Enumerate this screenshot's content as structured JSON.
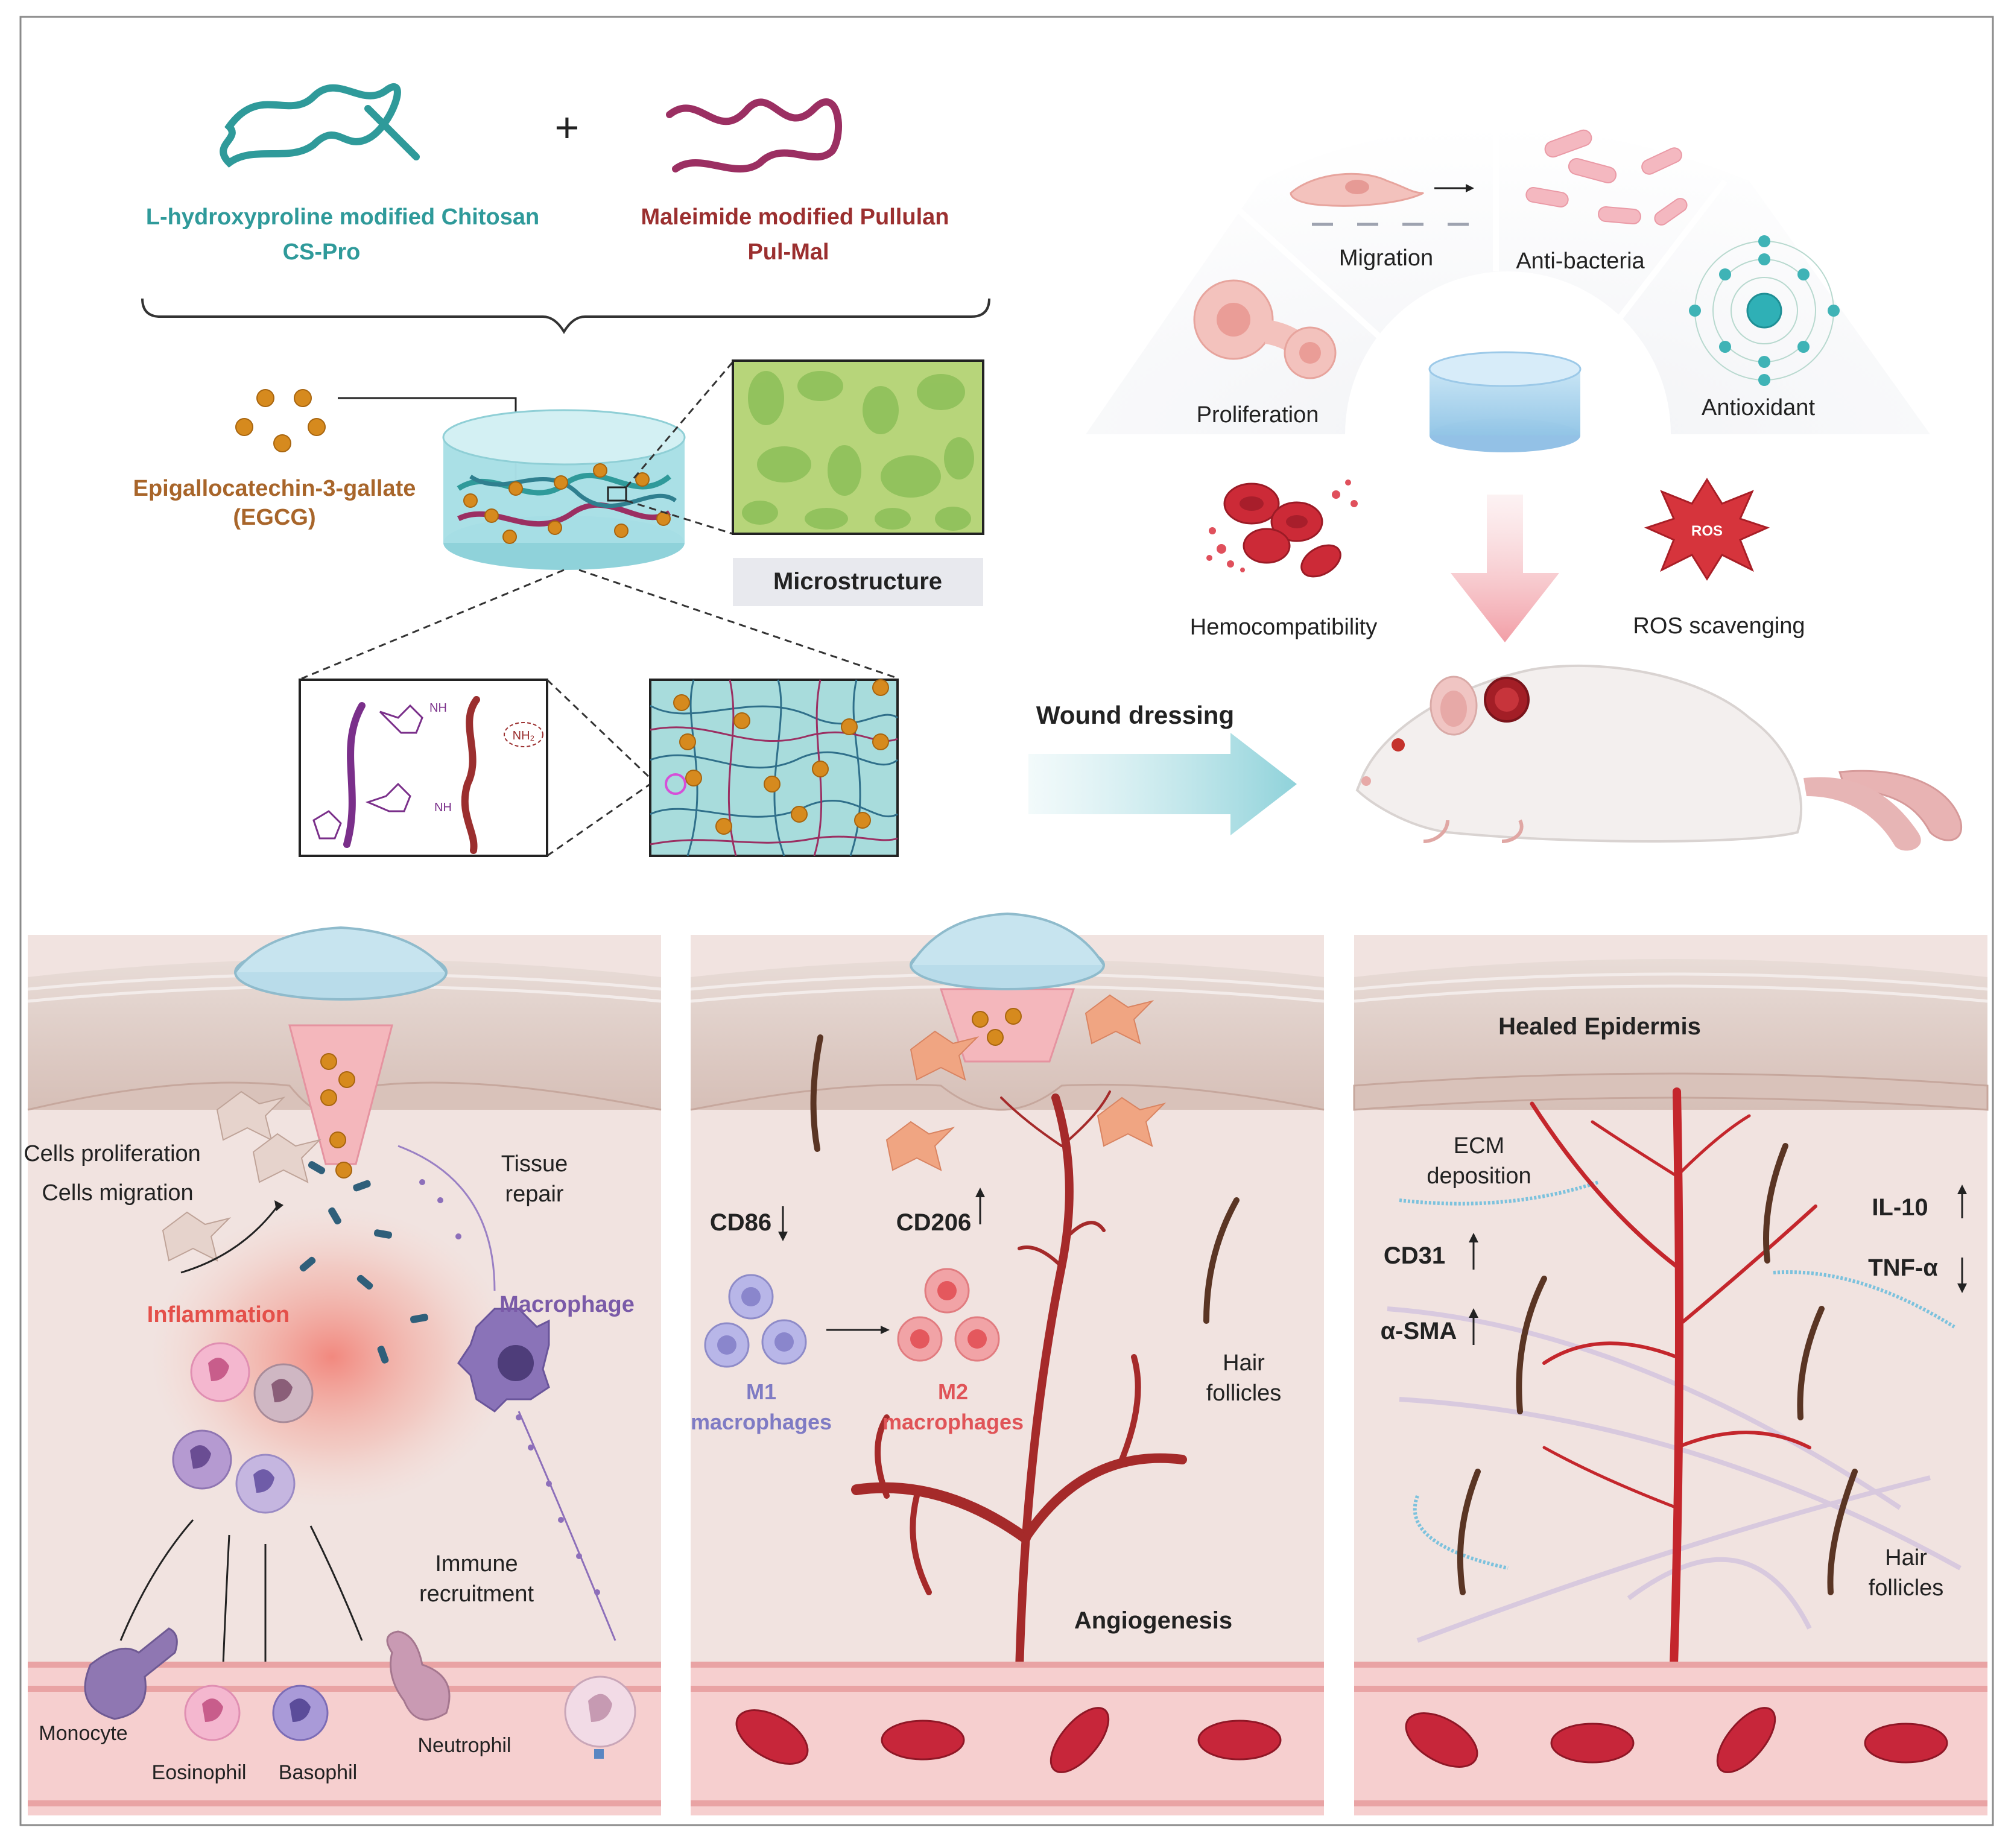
{
  "materials": {
    "chitosan_name": "L-hydroxyproline modified Chitosan",
    "chitosan_abbr": "CS-Pro",
    "pullulan_name": "Maleimide modified Pullulan",
    "pullulan_abbr": "Pul-Mal",
    "plus": "+",
    "egcg_name": "Epigallocatechin-3-gallate",
    "egcg_abbr": "(EGCG)",
    "microstructure": "Microstructure",
    "nh2": "NH₂",
    "nh": "NH",
    "chitosan_color": "#2f9a9a",
    "pullulan_color": "#9b2f62",
    "egcg_color": "#d68a1e"
  },
  "properties": {
    "migration": "Migration",
    "anti_bacteria": "Anti-bacteria",
    "proliferation": "Proliferation",
    "antioxidant": "Antioxidant",
    "hemocompatibility": "Hemocompatibility",
    "ros_badge": "ROS",
    "ros_scavenging": "ROS scavenging"
  },
  "application": {
    "wound_dressing": "Wound dressing"
  },
  "panel_inflammation": {
    "cells_proliferation": "Cells proliferation",
    "cells_migration": "Cells migration",
    "tissue": "Tissue",
    "repair": "repair",
    "inflammation": "Inflammation",
    "macrophage": "Macrophage",
    "immune": "Immune",
    "recruitment": "recruitment",
    "monocyte": "Monocyte",
    "eosinophil": "Eosinophil",
    "basophil": "Basophil",
    "neutrophil": "Neutrophil",
    "inflammation_color": "#e4504a",
    "macrophage_color": "#7a5aa8"
  },
  "panel_angiogenesis": {
    "cd86": "CD86",
    "cd206": "CD206",
    "m1": "M1",
    "m1_sub": "macrophages",
    "m2": "M2",
    "m2_sub": "macrophages",
    "hair": "Hair",
    "follicles": "follicles",
    "angiogenesis": "Angiogenesis"
  },
  "panel_healed": {
    "healed_epidermis": "Healed Epidermis",
    "ecm": "ECM",
    "deposition": "deposition",
    "il10": "IL-10",
    "tnf": "TNF-α",
    "cd31": "CD31",
    "asma": "α-SMA",
    "hair": "Hair",
    "follicles": "follicles"
  }
}
